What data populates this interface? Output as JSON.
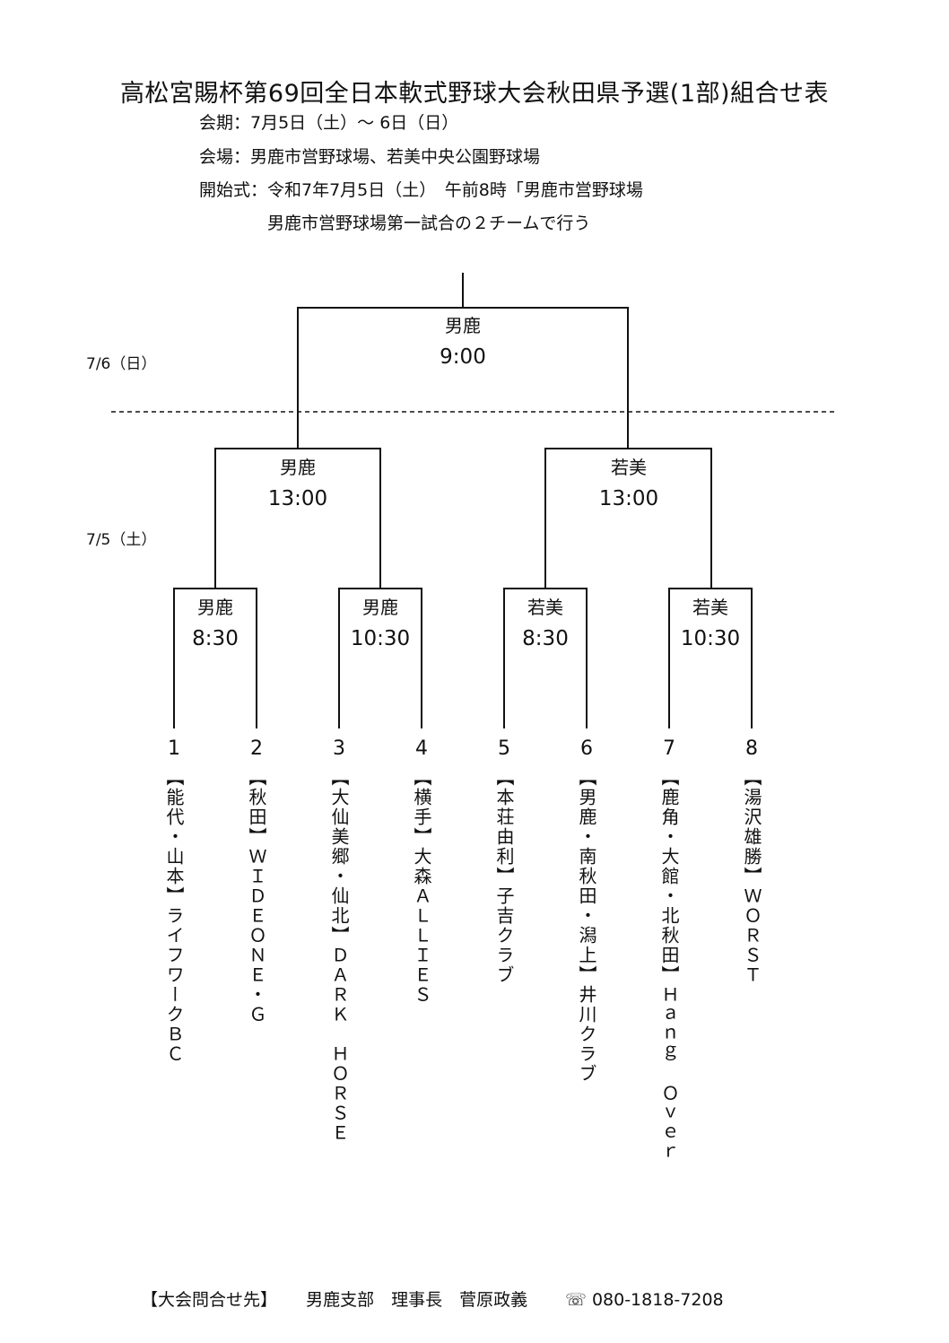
{
  "title": "高松宮賜杯第69回全日本軟式野球大会秋田県予選(1部)組合せ表",
  "info": {
    "period": "会期：7月5日（土）～ 6日（日）",
    "venue": "会場：男鹿市営野球場、若美中央公園野球場",
    "opening": "開始式：令和7年7月5日（土）　午前8時「男鹿市営野球場",
    "opening_note": "男鹿市営野球場第一試合の２チームで行う"
  },
  "dates": {
    "day2": "7/6（日）",
    "day1": "7/5（土）"
  },
  "final": {
    "venue": "男鹿",
    "time": "9:00"
  },
  "semifinals": [
    {
      "venue": "男鹿",
      "time": "13:00"
    },
    {
      "venue": "若美",
      "time": "13:00"
    }
  ],
  "first_round": [
    {
      "venue": "男鹿",
      "time": "8:30"
    },
    {
      "venue": "男鹿",
      "time": "10:30"
    },
    {
      "venue": "若美",
      "time": "8:30"
    },
    {
      "venue": "若美",
      "time": "10:30"
    }
  ],
  "teams": [
    {
      "num": "1",
      "name": "【能代・山本】ライフワークＢＣ"
    },
    {
      "num": "2",
      "name": "【秋田】ＷＩＤＥＯＮＥ・Ｇ"
    },
    {
      "num": "3",
      "name": "【大仙美郷・仙北】ＤＡＲＫ　ＨＯＲＳＥ"
    },
    {
      "num": "4",
      "name": "【横手】大森ＡＬＬＩＥＳ"
    },
    {
      "num": "5",
      "name": "【本荘由利】子吉クラブ"
    },
    {
      "num": "6",
      "name": "【男鹿・南秋田・潟上】井川クラブ"
    },
    {
      "num": "7",
      "name": "【鹿角・大館・北秋田】Ｈａｎｇ　Ｏｖｅｒ"
    },
    {
      "num": "8",
      "name": "【湯沢雄勝】ＷＯＲＳＴ"
    }
  ],
  "footer": {
    "label": "【大会問合せ先】",
    "org": "男鹿支部　理事長　菅原政義",
    "phone_icon": "telephone-icon",
    "phone": "080-1818-7208"
  }
}
